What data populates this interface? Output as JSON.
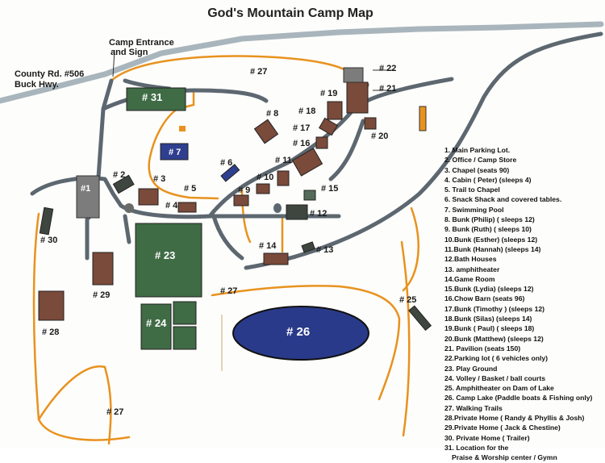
{
  "title": "God's Mountain Camp Map",
  "labels": {
    "entrance": "Camp Entrance",
    "entrance2": "and  Sign",
    "county": "County Rd. #506",
    "buck": "Buck Hwy.",
    "trail_top": "# 27",
    "trail_mid": "# 27",
    "trail_bottom": "# 27"
  },
  "buildings": {
    "b1": "#1",
    "b2": "# 2",
    "b3": "# 3",
    "b5": "# 5",
    "b4": "# 4",
    "b6": "# 6",
    "b7": "# 7",
    "b8": "# 8",
    "b9": "# 9",
    "b10": "# 10",
    "b11": "# 11",
    "b12": "# 12",
    "b13": "# 13",
    "b14": "# 14",
    "b15": "# 15",
    "b16": "# 16",
    "b17": "# 17",
    "b18": "# 18",
    "b19": "# 19",
    "b20": "# 20",
    "b21": "# 21",
    "b22": "# 22",
    "b23": "# 23",
    "b24": "# 24",
    "b25": "# 25",
    "b26": "# 26",
    "b28": "# 28",
    "b29": "# 29",
    "b30": "# 30",
    "b31": "# 31"
  },
  "legend": [
    "1. Main Parking Lot.",
    "2. Office / Camp Store",
    "3. Chapel (seats 90)",
    "4. Cabin ( Peter) (sleeps 4)",
    "5. Trail to Chapel",
    "6. Snack Shack and covered tables.",
    "7. Swimming Pool",
    "8. Bunk (Philip) ( sleeps 12)",
    "9. Bunk (Ruth) ( sleeps 10)",
    "10.Bunk (Esther) (sleeps 12)",
    "11.Bunk (Hannah) (sleeps 14)",
    "12.Bath Houses",
    "13. amphitheater",
    "14.Game Room",
    "15.Bunk (Lydia) (sleeps 12)",
    "16.Chow Barn (seats 96)",
    "17.Bunk (Timothy ) (sleeps 12)",
    "18.Bunk (Silas) (sleeps 14)",
    "19.Bunk ( Paul) ( sleeps 18)",
    "20.Bunk (Matthew) (sleeps 12)",
    "21. Pavilion (seats 150)",
    "22.Parking lot ( 6 vehicles only)",
    "23. Play Ground",
    "24. Volley / Basket / ball courts",
    "25. Amphitheater on Dam of Lake",
    "26. Camp Lake (Paddle boats & Fishing only)",
    "27. Walking Trails",
    "28.Private Home ( Randy & Phyllis & Josh)",
    "29.Private Home ( Jack & Chestine)",
    "30. Private Home ( Trailer)",
    "31. Location for the",
    "Praise & Worship center / Gymn"
  ],
  "colors": {
    "road": "#5d6770",
    "highway": "#a9b5bc",
    "trail": "#e8921e",
    "cabin": "#7a4a3a",
    "green": "#3f6b45",
    "lake": "#2a3a8a",
    "pool": "#2f3f8f"
  }
}
